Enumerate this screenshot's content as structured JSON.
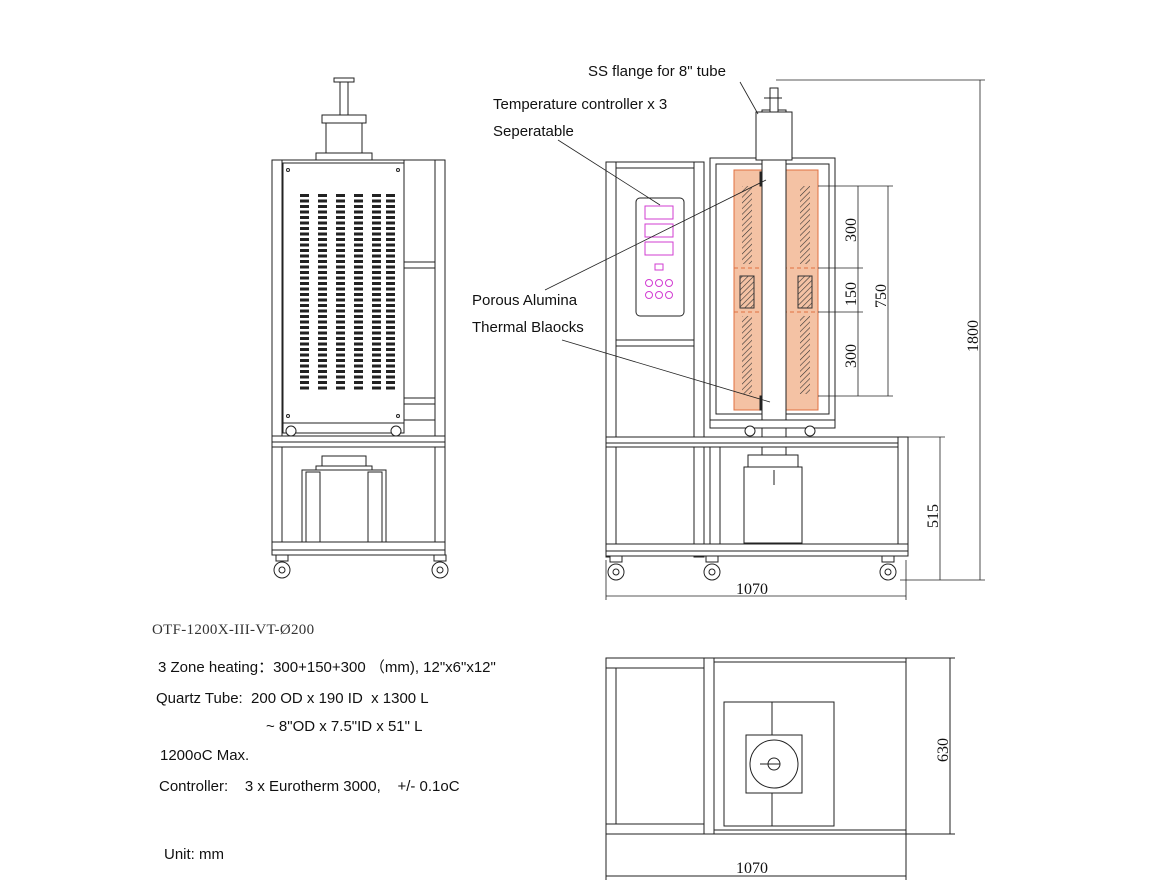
{
  "callouts": {
    "flange": "SS flange for 8\" tube",
    "controller": "Temperature controller x 3",
    "separatable": "Seperatable",
    "alumina1": "Porous Alumina",
    "alumina2": "Thermal Blaocks"
  },
  "dimensions": {
    "zone_top": "300",
    "zone_mid": "150",
    "zone_bottom": "300",
    "heated_length": "750",
    "total_height": "1800",
    "stand_height": "515",
    "width_front": "1070",
    "depth_top": "630",
    "width_top": "1070"
  },
  "specs": {
    "model": "OTF-1200X-III-VT-Ø200",
    "zone_heating": "3 Zone heating：300+150+300 （mm), 12\"x6\"x12\"",
    "tube_line1": "Quartz Tube:  200 OD x 190 ID  x 1300 L",
    "tube_line2": "~ 8\"OD x 7.5\"ID x 51\" L",
    "max_temp": "1200oC Max.",
    "controller": "Controller:    3 x Eurotherm 3000,    +/- 0.1oC",
    "unit": "Unit: mm"
  },
  "colors": {
    "line": "#222222",
    "insulation": "#f4c2a4",
    "insulation_edge": "#e07040",
    "display": "#d23cd2"
  }
}
